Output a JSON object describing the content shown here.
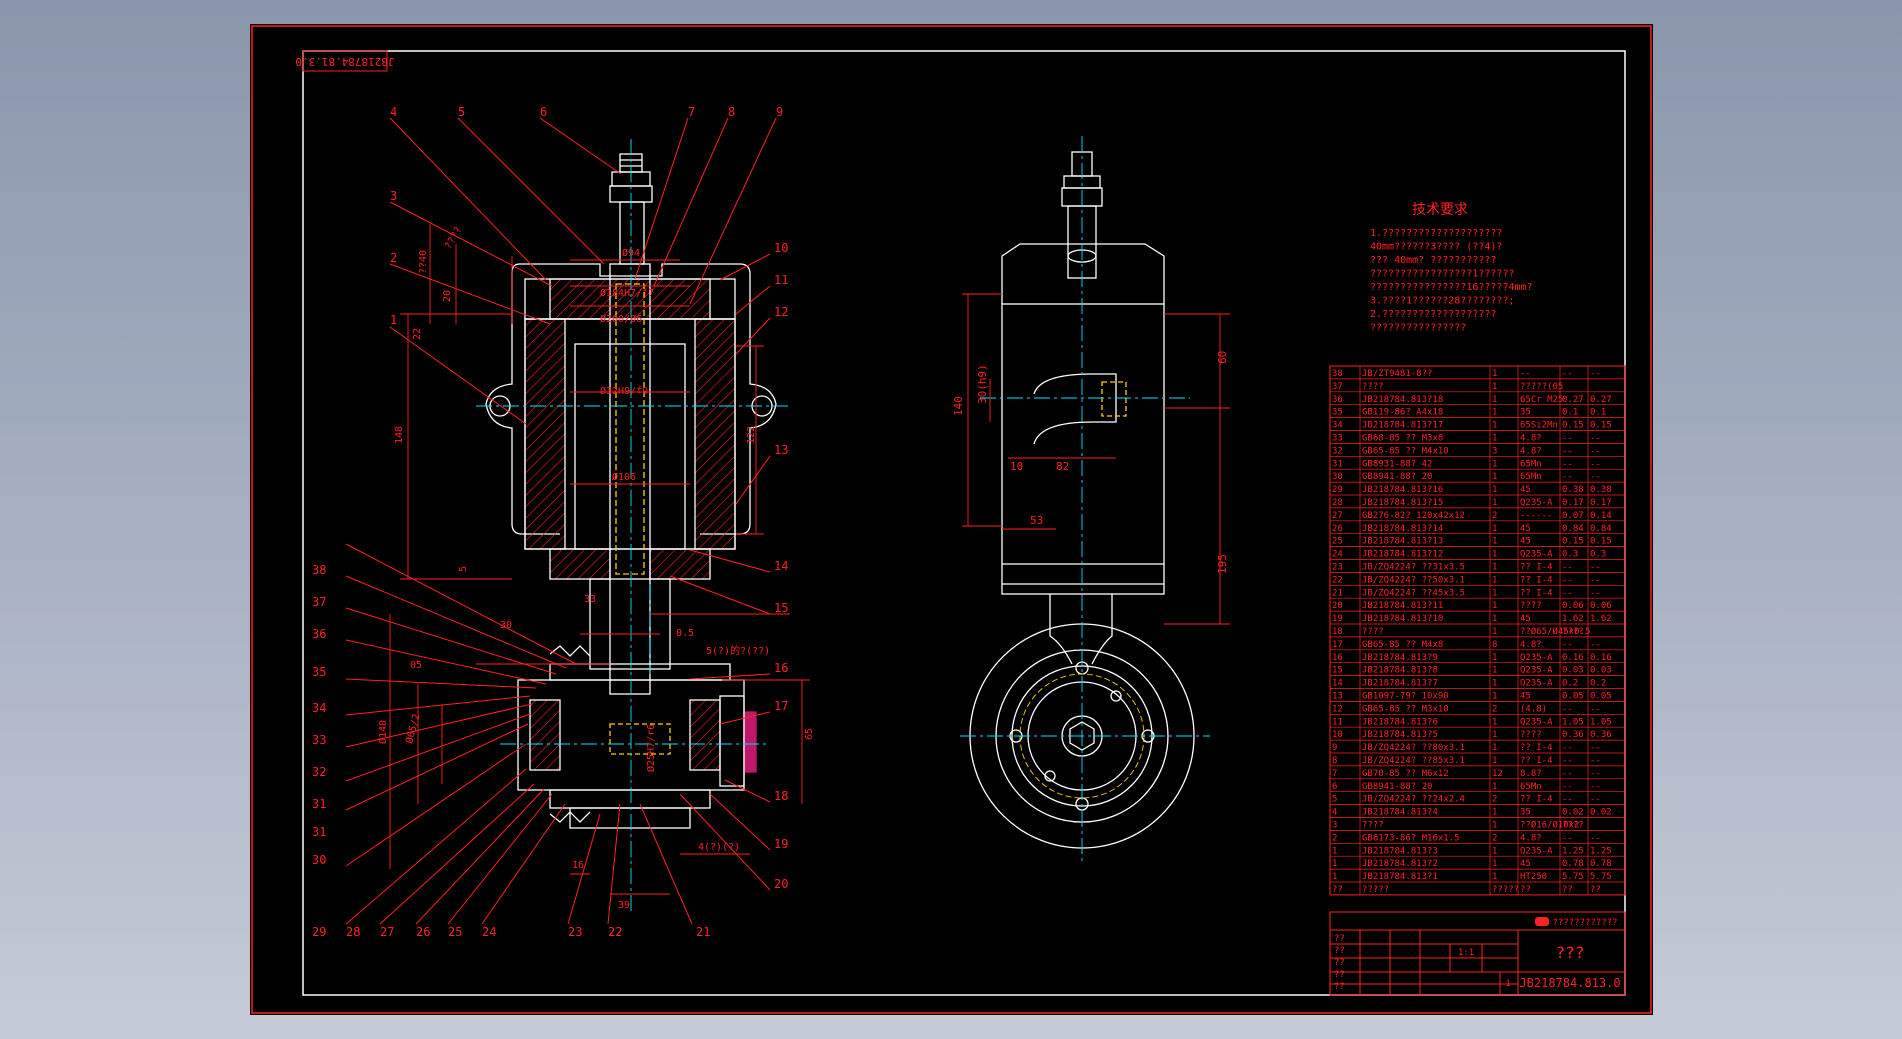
{
  "drawing": {
    "title": "???",
    "drawing_number": "JB218784.813.0",
    "stamp_code": "JB218784.81.3.0",
    "tech_requirements_title": "技术要求",
    "tech_requirements": [
      "1.????????????????????",
      "  40mm??????3????  (??4)?",
      "  ??? 40mm? ???????????",
      "  ?????????????????1??????",
      "  ????????????????16?????4mm?",
      "3.????1??????28????????;",
      "2.???????????????????",
      "  ????????????????"
    ]
  },
  "part_callouts": [
    "1",
    "2",
    "3",
    "4",
    "5",
    "6",
    "7",
    "8",
    "9",
    "10",
    "11",
    "12",
    "13",
    "14",
    "15",
    "16",
    "17",
    "18",
    "19",
    "20",
    "21",
    "22",
    "23",
    "24",
    "25",
    "26",
    "27",
    "28",
    "29",
    "30",
    "31",
    "31",
    "32",
    "33",
    "34",
    "35",
    "36",
    "37",
    "38"
  ],
  "dimensions": {
    "left": [
      "??40",
      "????",
      "20",
      "22",
      "Ø94",
      "Ø200/Ø6",
      "Ø184H7/f7",
      "Ø32H9/f9",
      "Ø106",
      "148",
      "122",
      "5",
      "33",
      "30",
      "05",
      "Ø140",
      "Ø65/2",
      "0.5",
      "5(?)的?(??)",
      "65",
      "39",
      "16",
      "4(?)(?)",
      "Ø25H7/r6"
    ],
    "right": [
      "140",
      "30(h9)",
      "10",
      "82",
      "53",
      "60",
      "195"
    ]
  },
  "bom_rows": [
    [
      "38",
      "JB/ZT9481-8??",
      "1",
      "--",
      "--",
      "--"
    ],
    [
      "37",
      "????",
      "1",
      "?????(05",
      "",
      ""
    ],
    [
      "36",
      "JB218784.813?18",
      "1",
      "65Cr M25",
      "0.27",
      "0.27"
    ],
    [
      "35",
      "GB119-86? A4x18",
      "1",
      "35",
      "0.1",
      "0.1"
    ],
    [
      "34",
      "JB218784.813?17",
      "1",
      "65Si2Mn",
      "0.15",
      "0.15"
    ],
    [
      "33",
      "GB68-85 ?? M3x8",
      "1",
      "4.8?",
      "--",
      "--"
    ],
    [
      "32",
      "GB65-85 ?? M4x10",
      "3",
      "4.8?",
      "--",
      "--"
    ],
    [
      "31",
      "GB8931-88? 42",
      "1",
      "65Mn",
      "--",
      "--"
    ],
    [
      "30",
      "GB8941-88? 20",
      "1",
      "65Mn",
      "--",
      "--"
    ],
    [
      "29",
      "JB218784.813?16",
      "1",
      "45",
      "0.38",
      "0.38"
    ],
    [
      "28",
      "JB218784.813?15",
      "1",
      "Q235-A",
      "0.17",
      "0.17"
    ],
    [
      "27",
      "GB276-82? 120x42x12",
      "2",
      "------",
      "0.07",
      "0.14"
    ],
    [
      "26",
      "JB218784.813?14",
      "1",
      "45",
      "0.84",
      "0.84"
    ],
    [
      "25",
      "JB218784.813?13",
      "1",
      "45",
      "0.15",
      "0.15"
    ],
    [
      "24",
      "JB218784.813?12",
      "1",
      "Q235-A",
      "0.3",
      "0.3"
    ],
    [
      "23",
      "JB/ZQ4224? ??31x3.5",
      "1",
      "?? I-4",
      "--",
      "--"
    ],
    [
      "22",
      "JB/ZQ4224? ??50x3.1",
      "1",
      "?? I-4",
      "--",
      "--"
    ],
    [
      "21",
      "JB/ZQ4224? ??45x3.5",
      "1",
      "?? I-4",
      "--",
      "--"
    ],
    [
      "20",
      "JB218784.813?11",
      "1",
      "????",
      "0.06",
      "0.06"
    ],
    [
      "19",
      "JB218784.813?10",
      "1",
      "45",
      "1.62",
      "1.62"
    ],
    [
      "18",
      "????",
      "1",
      "??Ø65/Ø45x0.5",
      "????",
      ""
    ],
    [
      "17",
      "GB65-85 ?? M4x8",
      "8",
      "4.8?",
      "--",
      "--"
    ],
    [
      "16",
      "JB218784.813?9",
      "1",
      "Q235-A",
      "0.16",
      "0.16"
    ],
    [
      "15",
      "JB218784.813?8",
      "1",
      "Q235-A",
      "0.03",
      "0.03"
    ],
    [
      "14",
      "JB218784.813?7",
      "1",
      "Q235-A",
      "0.2",
      "0.2"
    ],
    [
      "13",
      "GB1097-79? 10x90",
      "1",
      "45",
      "0.05",
      "0.05"
    ],
    [
      "12",
      "GB65-85 ?? M3x10",
      "2",
      "(4.8)",
      "--",
      "--"
    ],
    [
      "11",
      "JB218784.813?6",
      "1",
      "Q235-A",
      "1.05",
      "1.05"
    ],
    [
      "10",
      "JB218784.813?5",
      "1",
      "????",
      "0.36",
      "0.36"
    ],
    [
      "9",
      "JB/ZQ4224? ??80x3.1",
      "1",
      "?? I-4",
      "--",
      "--"
    ],
    [
      "8",
      "JB/ZQ4224? ??85x3.1",
      "1",
      "?? I-4",
      "--",
      "--"
    ],
    [
      "7",
      "GB70-85 ?? M6x12",
      "12",
      "8.8?",
      "--",
      "--"
    ],
    [
      "6",
      "GB8941-88? 20",
      "1",
      "65Mn",
      "--",
      "--"
    ],
    [
      "5",
      "JB/ZQ4224? ??24x2.4",
      "2",
      "?? I-4",
      "--",
      "--"
    ],
    [
      "4",
      "JB218784.813?4",
      "1",
      "35",
      "0.02",
      "0.02"
    ],
    [
      "3",
      "????",
      "1",
      "??Ø16/Ø10x2",
      "????",
      ""
    ],
    [
      "2",
      "GB6173-86? M16x1.5",
      "2",
      "4.8?",
      "--",
      "--"
    ],
    [
      "1",
      "JB218784.813?3",
      "1",
      "Q235-A",
      "1.25",
      "1.25"
    ],
    [
      "1",
      "JB218784.813?2",
      "1",
      "45",
      "0.78",
      "0.78"
    ],
    [
      "1",
      "JB218784.813?1",
      "1",
      "HT250",
      "5.75",
      "5.75"
    ]
  ],
  "bom_header": [
    "??",
    "?????",
    "?????",
    "??",
    "??",
    "??"
  ],
  "title_block": {
    "company": "????????????",
    "scale_box": "1:1",
    "sheet": "1",
    "left_rows": [
      "??",
      "??",
      "??",
      "??",
      "??"
    ]
  },
  "colors": {
    "background": "#000000",
    "outline": "#ffffff",
    "dimension": "#ff0000",
    "centerline": "#00e5ff",
    "hidden": "#ffd000",
    "hatch": "#ff2020",
    "accent": "#c0186a"
  }
}
